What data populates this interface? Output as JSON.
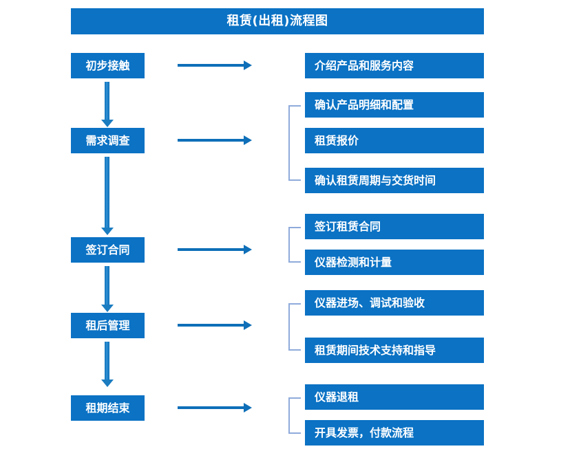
{
  "diagram": {
    "title": "租赁(出租)流程图",
    "colors": {
      "box_blue": "#0b72c4",
      "arrow_blue": "#0e6fb8",
      "bracket_blue": "#8eaadb",
      "text_white": "#ffffff",
      "background": "#ffffff"
    },
    "stages": [
      {
        "label": "初步接触",
        "details": [
          "介绍产品和服务内容"
        ]
      },
      {
        "label": "需求调查",
        "details": [
          "确认产品明细和配置",
          "租赁报价",
          "确认租赁周期与交货时间"
        ]
      },
      {
        "label": "签订合同",
        "details": [
          "签订租赁合同",
          "仪器检测和计量"
        ]
      },
      {
        "label": "租后管理",
        "details": [
          "仪器进场、调试和验收",
          "租赁期间技术支持和指导"
        ]
      },
      {
        "label": "租期结束",
        "details": [
          "仪器退租",
          "开具发票，付款流程"
        ]
      }
    ]
  }
}
